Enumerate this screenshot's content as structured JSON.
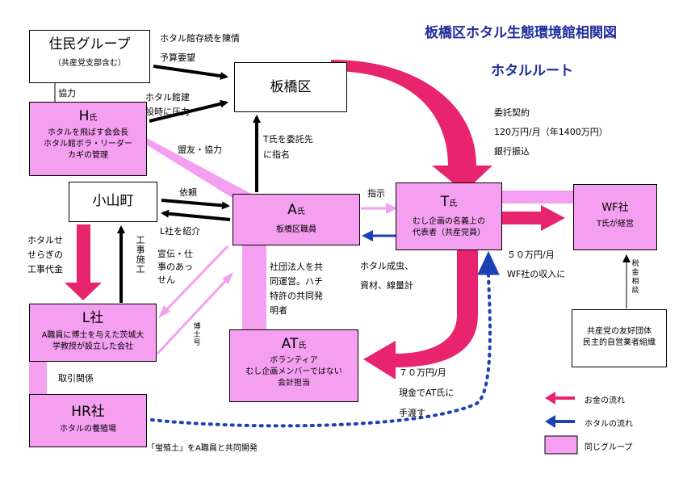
{
  "title": {
    "main": "板橋区ホタル生態環境館相関図",
    "sub": "ホタルルート"
  },
  "nodes": {
    "residents": {
      "name": "住民グループ",
      "note": "（共産党支部含む）"
    },
    "itabashi": {
      "name": "板橋区"
    },
    "h": {
      "name": "H",
      "suffix": "氏",
      "lines": [
        "ホタルを飛ばす会会長",
        "ホタル館ボラ・リーダー",
        "カギの管理"
      ]
    },
    "koyama": {
      "name": "小山町"
    },
    "a": {
      "name": "A",
      "suffix": "氏",
      "lines": [
        "板橋区職員"
      ]
    },
    "t": {
      "name": "T",
      "suffix": "氏",
      "lines": [
        "むし企画の名義上の",
        "代表者（共産党員）"
      ]
    },
    "wf": {
      "name": "WF社",
      "lines": [
        "T氏が経営"
      ]
    },
    "l": {
      "name": "L社",
      "lines": [
        "A職員に博士を与えた茨城大",
        "学教授が設立した会社"
      ]
    },
    "at": {
      "name": "AT",
      "suffix": "氏",
      "lines": [
        "ボランティア",
        "むし企画メンバーではない",
        "会計担当"
      ]
    },
    "hr": {
      "name": "HR社",
      "lines": [
        "ホタルの養殖場"
      ]
    },
    "jcp": {
      "lines": [
        "共産党の友好団体",
        "民主的自営業者組織"
      ]
    }
  },
  "labels": {
    "petition": [
      "ホタル館存続を陳情",
      "予算要望"
    ],
    "pressure": [
      "ホタル館建",
      "設時に圧力"
    ],
    "cooperation": "協力",
    "alliance": "盟友・協力",
    "nominate": [
      "T氏を委託先",
      "に指名"
    ],
    "contract": [
      "委託契約",
      "120万円/月（年1400万円）",
      "銀行振込"
    ],
    "instruction": "指示",
    "request": "依頼",
    "introduce_l": "L社を紹介",
    "propaganda": [
      "宣",
      "伝",
      "・",
      "仕",
      "事",
      "の",
      "あ",
      "っ",
      "せ",
      "ん"
    ],
    "construction_fee": [
      "ホタルせ",
      "せらぎの",
      "工事代金"
    ],
    "construction": [
      "工",
      "事",
      "施",
      "工"
    ],
    "corporate": [
      "社団法人を共",
      "同運営。ハチ",
      "特許の共同発",
      "明者"
    ],
    "phd": [
      "博",
      "士",
      "号"
    ],
    "supplies": [
      "ホタル成虫、",
      "資材、線量計"
    ],
    "wf_income": [
      "５０万円/月",
      "WF社の収入に"
    ],
    "tax": [
      "税",
      "金",
      "相",
      "談"
    ],
    "to_at": [
      "７０万円/月",
      "現金でAT氏に",
      "手渡す"
    ],
    "trade": "取引関係",
    "soil": "「蛍殖土」をA職員と共同開発"
  },
  "legend": {
    "money": "お金の流れ",
    "firefly": "ホタルの流れ",
    "group": "同じグループ"
  },
  "colors": {
    "pink": "#f59ff0",
    "money": "#e8246e",
    "firefly": "#1f3fb4",
    "title": "#1e2d9e",
    "black": "#000000"
  }
}
